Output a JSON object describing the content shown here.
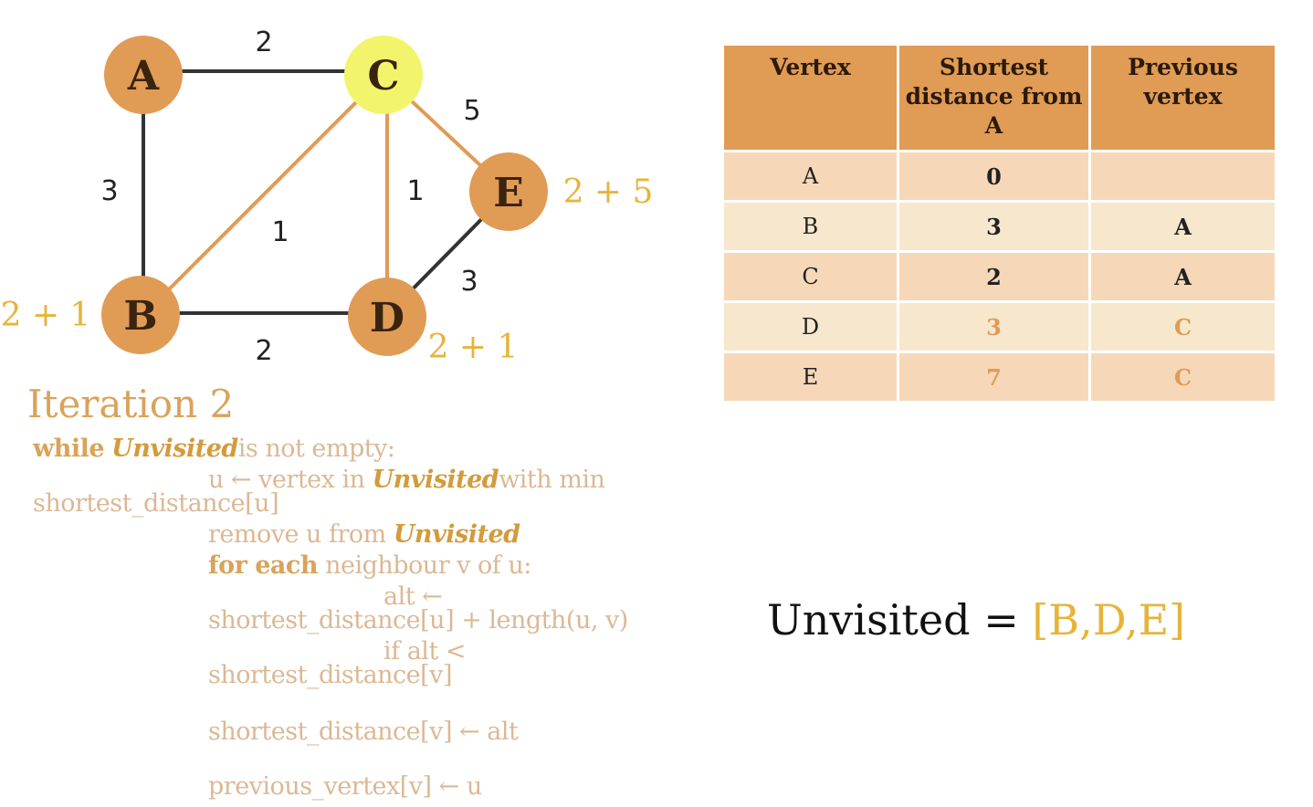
{
  "graph": {
    "nodes": {
      "A": {
        "label": "A",
        "fill": "#e09b55"
      },
      "B": {
        "label": "B",
        "fill": "#e09b55"
      },
      "C": {
        "label": "C",
        "fill": "#f2f56b"
      },
      "D": {
        "label": "D",
        "fill": "#e09b55"
      },
      "E": {
        "label": "E",
        "fill": "#e09b55"
      }
    },
    "edges": [
      {
        "id": "AC",
        "weight": "2",
        "color": "#333333"
      },
      {
        "id": "AB",
        "weight": "3",
        "color": "#333333"
      },
      {
        "id": "CB",
        "weight": "1",
        "color": "#e09b55"
      },
      {
        "id": "CD",
        "weight": "1",
        "color": "#e09b55"
      },
      {
        "id": "CE",
        "weight": "5",
        "color": "#e09b55"
      },
      {
        "id": "BD",
        "weight": "2",
        "color": "#333333"
      },
      {
        "id": "DE",
        "weight": "3",
        "color": "#333333"
      }
    ],
    "annotations": {
      "B": "2 + 1",
      "D": "2 + 1",
      "E": "2 + 5"
    }
  },
  "iteration_title": "Iteration 2",
  "pseudocode": {
    "l1_kw": "while",
    "l1_var": "Unvisited",
    "l1_rest": "is not empty:",
    "l2a": "u ← vertex in",
    "l2_var": "Unvisited",
    "l2b": "with min",
    "l3": "shortest_distance[u]",
    "l4a": "remove u from",
    "l4_var": "Unvisited",
    "l5_kw": "for each",
    "l5_rest": "neighbour v of u:",
    "l6": "alt ←",
    "l7": "shortest_distance[u] + length(u, v)",
    "l8": "if alt <",
    "l9": "shortest_distance[v]",
    "l10": "shortest_distance[v] ← alt",
    "l11": "previous_vertex[v] ← u"
  },
  "table": {
    "headers": [
      "Vertex",
      "Shortest distance from A",
      "Previous vertex"
    ],
    "rows": [
      {
        "vertex": "A",
        "distance": "0",
        "previous": ""
      },
      {
        "vertex": "B",
        "distance": "3",
        "previous": "A"
      },
      {
        "vertex": "C",
        "distance": "2",
        "previous": "A"
      },
      {
        "vertex": "D",
        "distance": "3",
        "previous": "C"
      },
      {
        "vertex": "E",
        "distance": "7",
        "previous": "C"
      }
    ]
  },
  "unvisited": {
    "label": "Unvisited = ",
    "set": "[B,D,E]"
  },
  "colors": {
    "accent": "#e09b55",
    "current": "#f2f56b",
    "annotation": "#e7b43a"
  }
}
